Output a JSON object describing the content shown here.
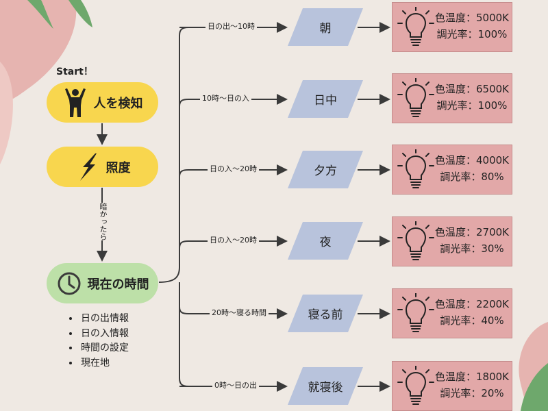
{
  "start_label": "Start！",
  "nodes": {
    "detect": {
      "label": "人を検知",
      "icon": "person-icon"
    },
    "illuminance": {
      "label": "照度",
      "icon": "lightning-icon"
    },
    "current_time": {
      "label": "現在の時間",
      "icon": "clock-icon"
    }
  },
  "dark_label": "暗かったら",
  "inputs": [
    "日の出情報",
    "日の入情報",
    "時間の設定",
    "現在地"
  ],
  "branches": [
    {
      "condition": "日の出〜10時",
      "period": "朝",
      "color_temp": "色温度：5000K",
      "dimming": "調光率：100%"
    },
    {
      "condition": "10時〜日の入",
      "period": "日中",
      "color_temp": "色温度：6500K",
      "dimming": "調光率：100%"
    },
    {
      "condition": "日の入〜20時",
      "period": "夕方",
      "color_temp": "色温度：4000K",
      "dimming": "調光率：80%"
    },
    {
      "condition": "日の入〜20時",
      "period": "夜",
      "color_temp": "色温度：2700K",
      "dimming": "調光率：30%"
    },
    {
      "condition": "20時〜寝る時間",
      "period": "寝る前",
      "color_temp": "色温度：2200K",
      "dimming": "調光率：40%"
    },
    {
      "condition": "0時〜日の出",
      "period": "就寝後",
      "color_temp": "色温度：1800K",
      "dimming": "調光率：20%"
    }
  ],
  "colors": {
    "background": "#efe9e3",
    "yellow_node": "#f8d64e",
    "green_node": "#bde0a8",
    "period_fill": "#b8c3dc",
    "light_box": "#e2a8a8",
    "line": "#3a3a3a"
  }
}
